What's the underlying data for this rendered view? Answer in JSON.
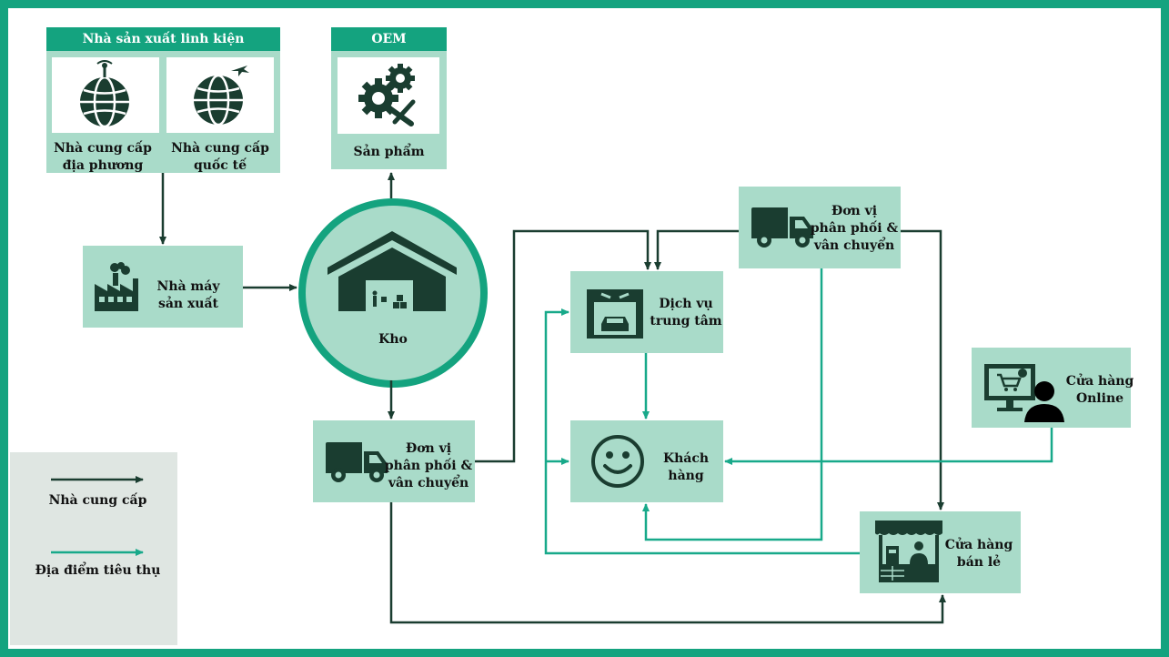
{
  "colors": {
    "frame": "#14a37f",
    "box": "#a9dbc9",
    "dark": "#1a3d30",
    "accent": "#18a98a",
    "panel": "#dfe6e2"
  },
  "nodes": {
    "manufacturer_header": "Nhà sản xuất linh kiện",
    "local_supplier": [
      "Nhà cung cấp",
      "địa phương"
    ],
    "intl_supplier": [
      "Nhà cung cấp",
      "quốc tế"
    ],
    "oem_header": "OEM",
    "product": "Sản phẩm",
    "factory": [
      "Nhà máy",
      "sản xuất"
    ],
    "warehouse": "Kho",
    "distributor_top": [
      "Đơn vị",
      "phân phối &",
      "vân chuyển"
    ],
    "distributor_bottom": [
      "Đơn vị",
      "phân phối &",
      "vân chuyển"
    ],
    "service_center": [
      "Dịch vụ",
      "trung tâm"
    ],
    "customer": [
      "Khách",
      "hàng"
    ],
    "online_store": [
      "Cửa hàng",
      "Online"
    ],
    "retail_store": [
      "Cửa hàng",
      "bán lẻ"
    ]
  },
  "legend": {
    "supplier": "Nhà cung cấp",
    "consumption": "Địa điểm tiêu thụ"
  },
  "icons": {
    "local": "globe-antenna-icon",
    "intl": "globe-plane-icon",
    "oem": "gears-wrench-icon",
    "factory": "factory-icon",
    "warehouse": "warehouse-icon",
    "truck": "delivery-truck-icon",
    "service": "garage-service-icon",
    "customer": "smiley-icon",
    "online": "computer-user-icon",
    "retail": "market-stall-icon"
  }
}
